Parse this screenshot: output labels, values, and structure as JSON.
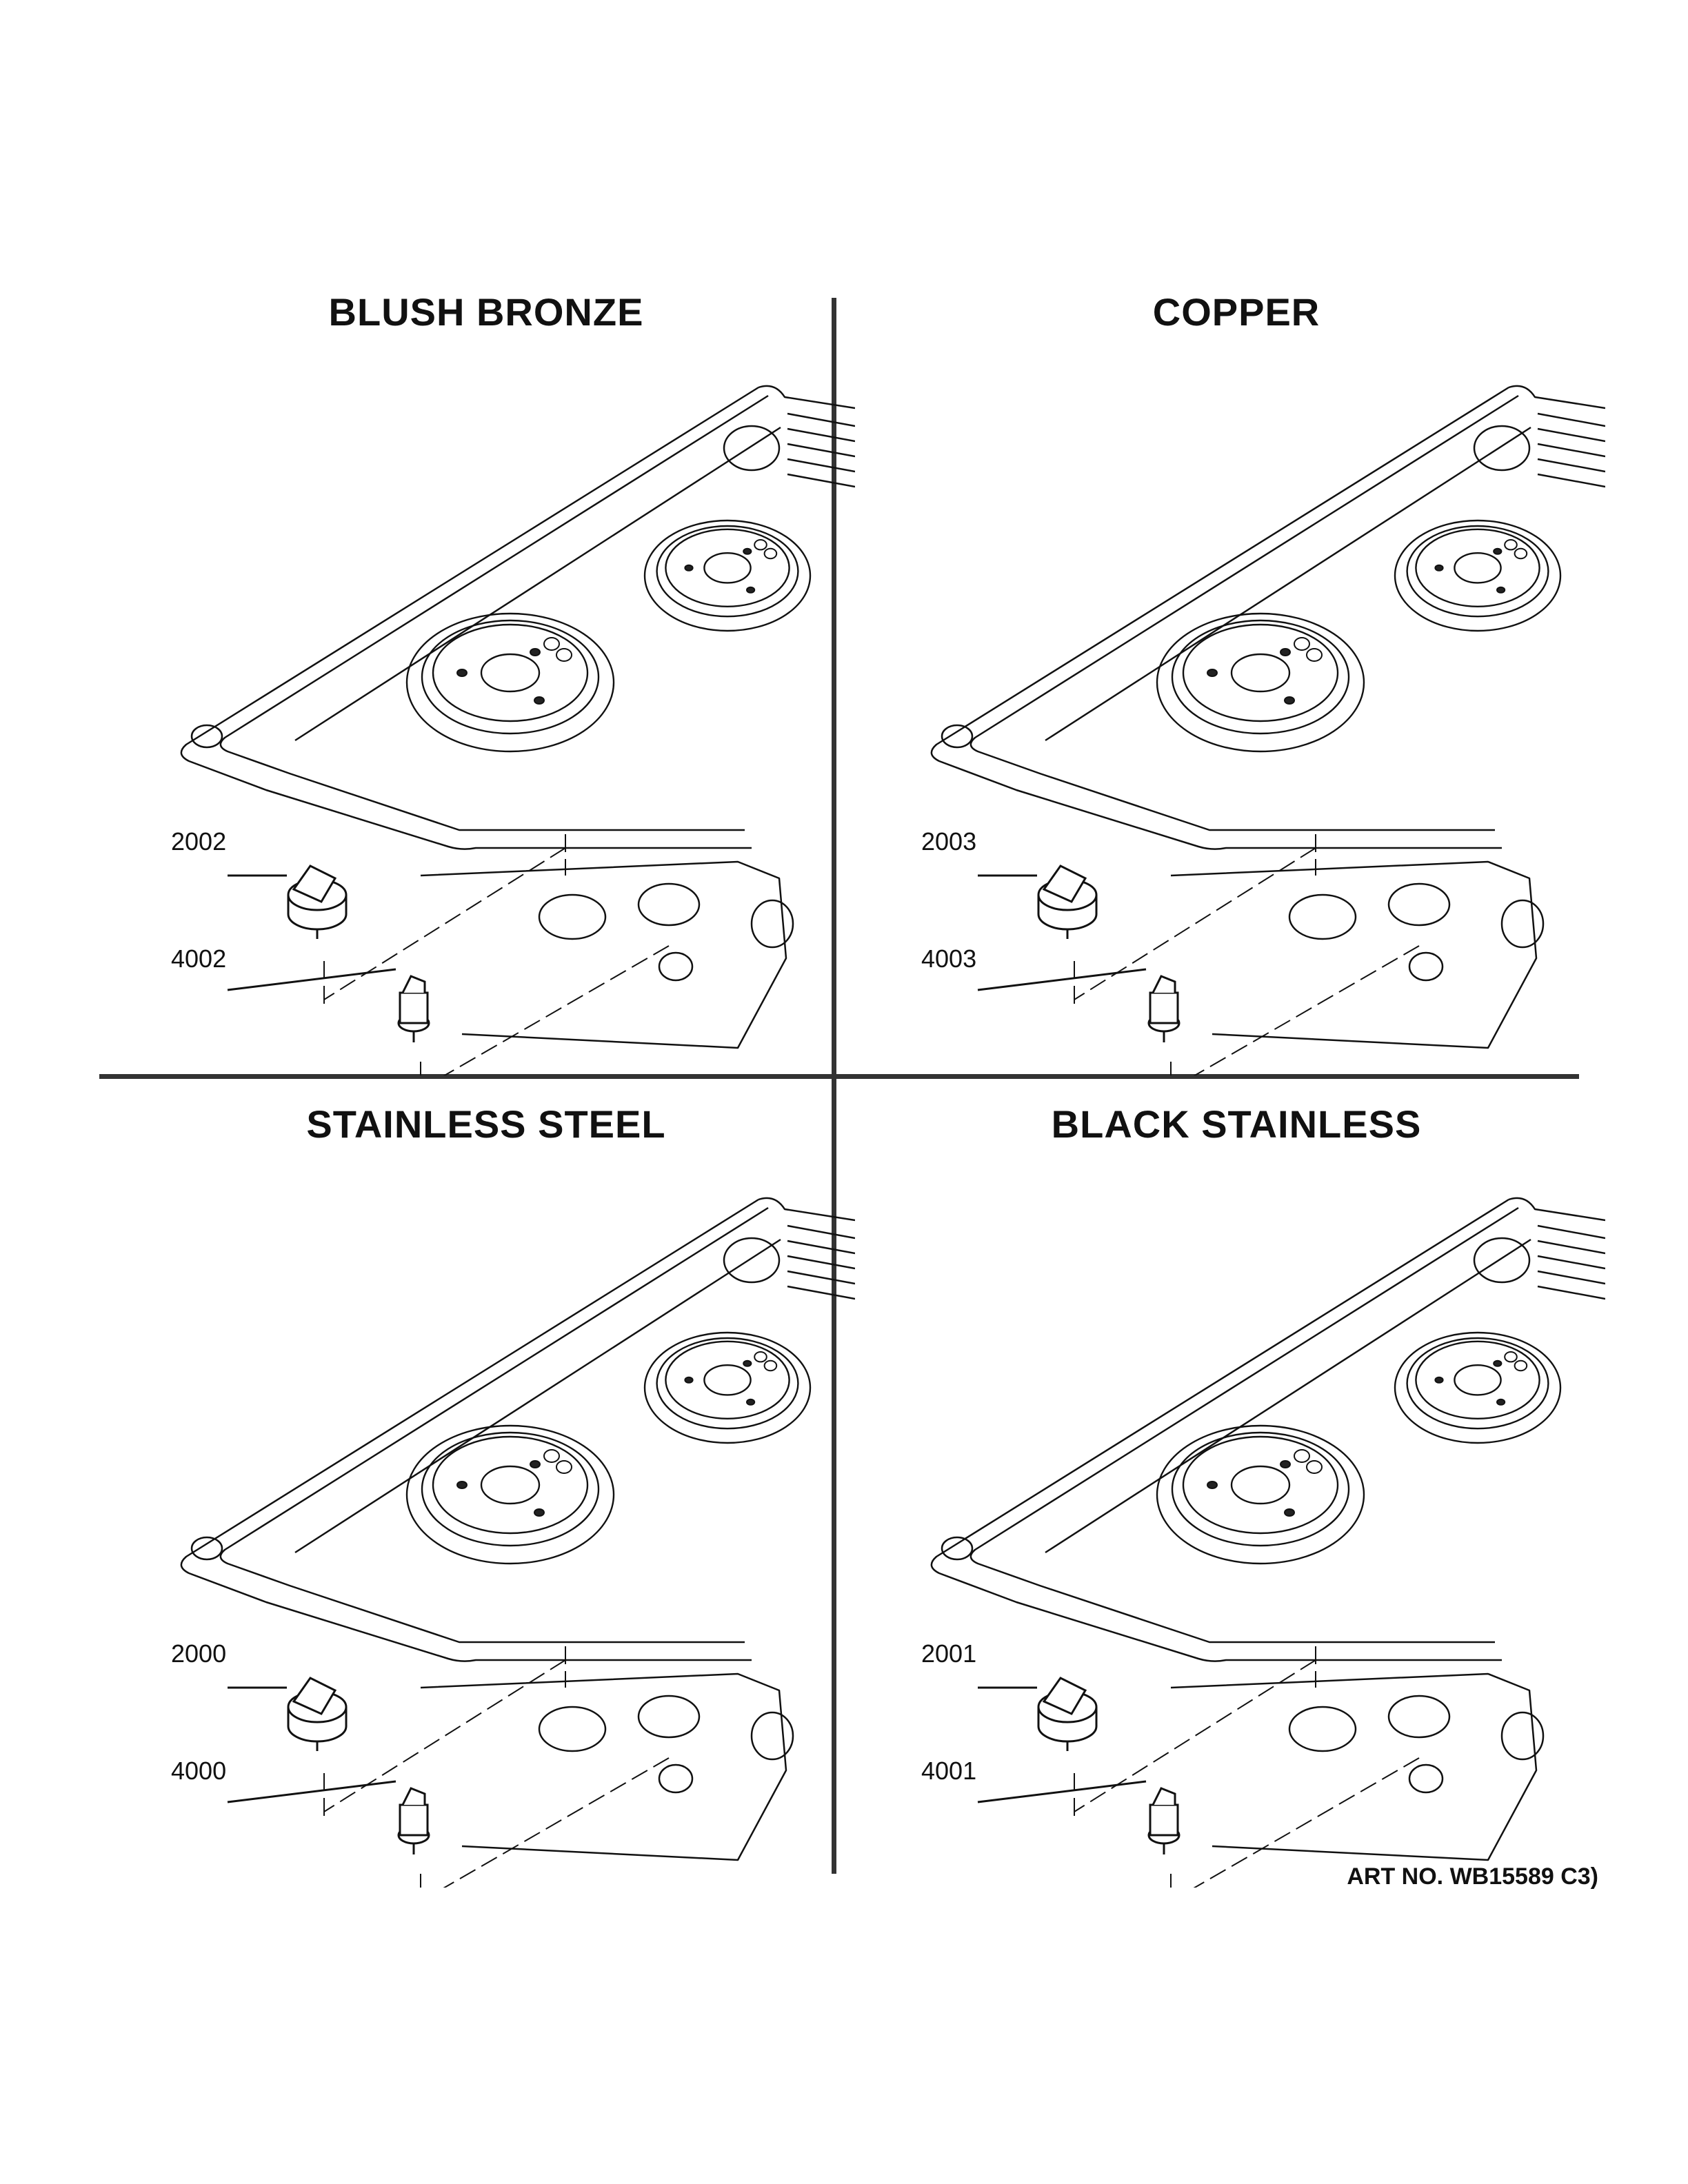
{
  "panels": [
    {
      "title": "BLUSH BRONZE",
      "knob_part": "2002",
      "small_knob_part": "4002"
    },
    {
      "title": "COPPER",
      "knob_part": "2003",
      "small_knob_part": "4003"
    },
    {
      "title": "STAINLESS STEEL",
      "knob_part": "2000",
      "small_knob_part": "4000"
    },
    {
      "title": "BLACK STAINLESS",
      "knob_part": "2001",
      "small_knob_part": "4001"
    }
  ],
  "art_number": "ART NO. WB15589 C3)",
  "line_color": "#111111"
}
